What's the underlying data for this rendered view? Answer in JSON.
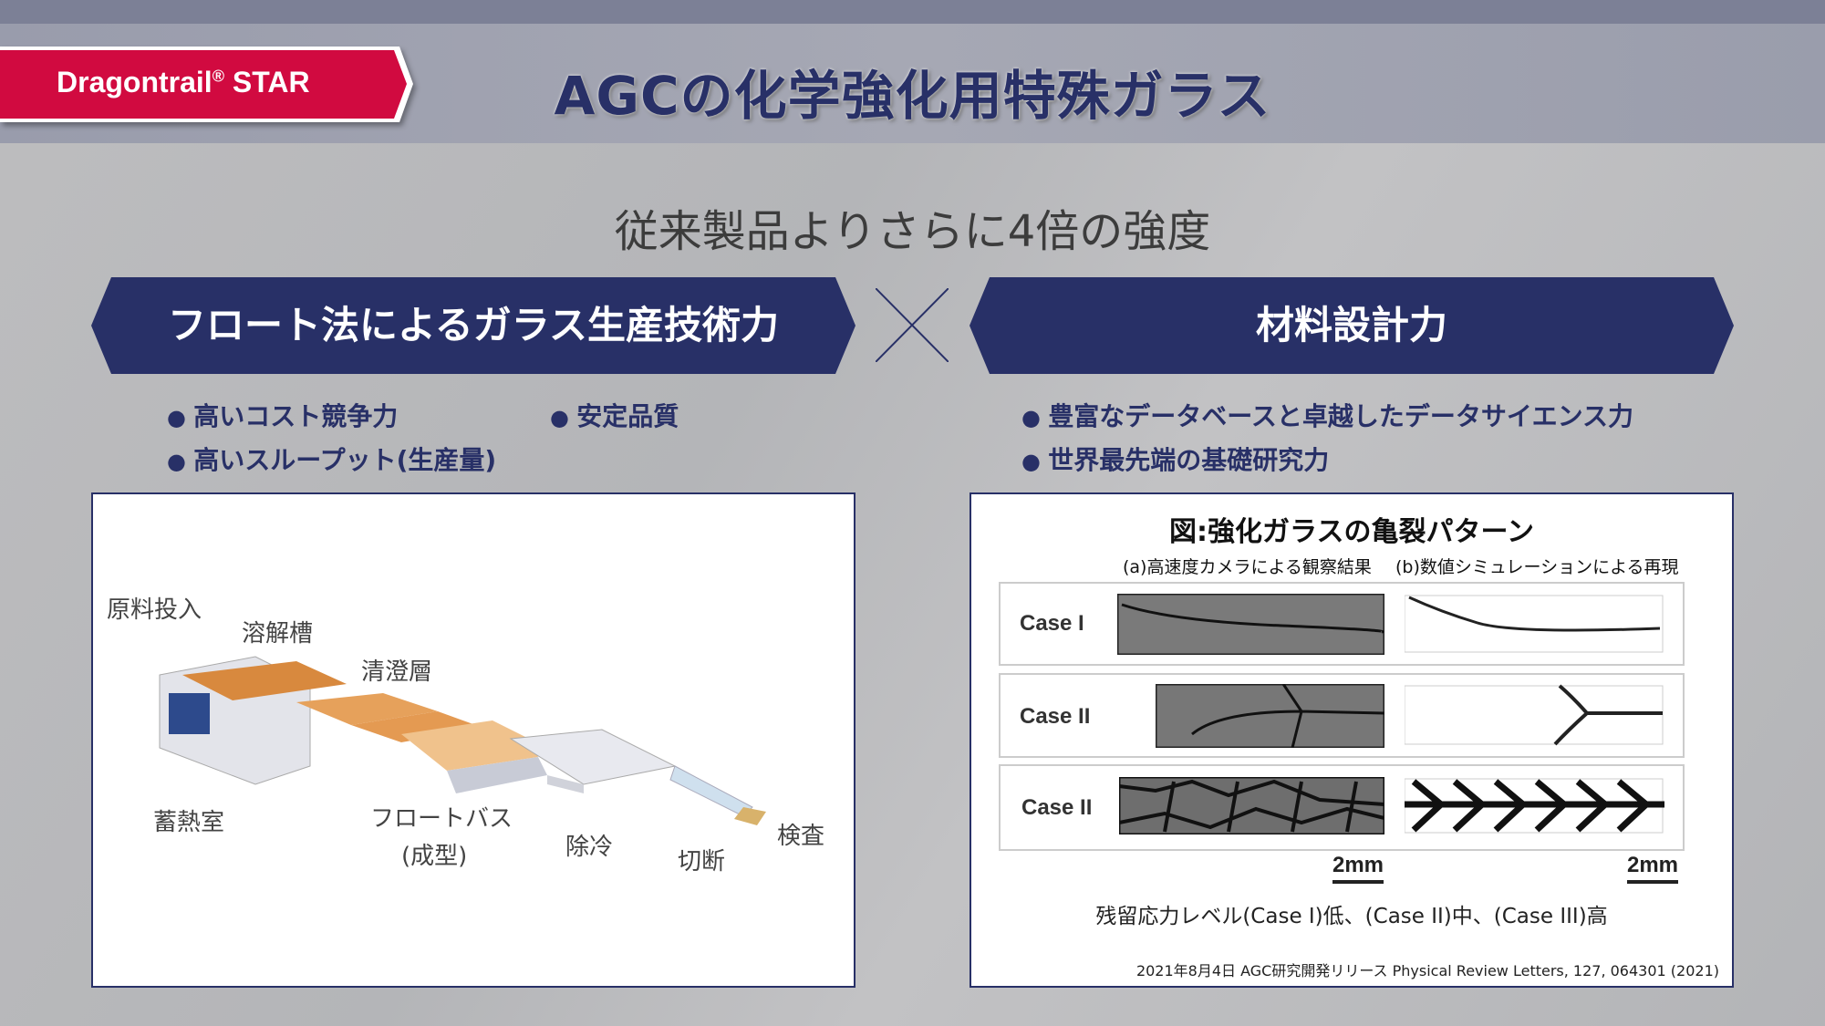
{
  "header": {
    "badge": {
      "brand": "Dragontrail",
      "mark": "®",
      "suffix": " STAR"
    },
    "title": "AGCの化学強化用特殊ガラス"
  },
  "subtitle": "従来製品よりさらに4倍の強度",
  "left": {
    "banner": "フロート法によるガラス生産技術力",
    "bullets": [
      "高いコスト競争力",
      "安定品質",
      "高いスループット(生産量)"
    ],
    "diagram_labels": [
      "原料投入",
      "溶解槽",
      "清澄層",
      "蓄熱室",
      "フロートバス",
      "(成型)",
      "除冷",
      "切断",
      "検査"
    ]
  },
  "cross_symbol": "×",
  "right": {
    "banner": "材料設計力",
    "bullets": [
      "豊富なデータベースと卓越したデータサイエンス力",
      "世界最先端の基礎研究力"
    ],
    "figure": {
      "title": "図:強化ガラスの亀裂パターン",
      "sub_a": "(a)高速度カメラによる観察結果",
      "sub_b": "(b)数値シミュレーションによる再現",
      "cases": [
        "Case I",
        "Case II",
        "Case II"
      ],
      "scale_a": "2mm",
      "scale_b": "2mm",
      "caption": "残留応力レベル(Case I)低、(Case II)中、(Case III)高",
      "citation": "2021年8月4日 AGC研究開発リリース Physical Review Letters, 127, 064301 (2021)"
    }
  },
  "colors": {
    "navy": "#283067",
    "red": "#d10a40"
  }
}
